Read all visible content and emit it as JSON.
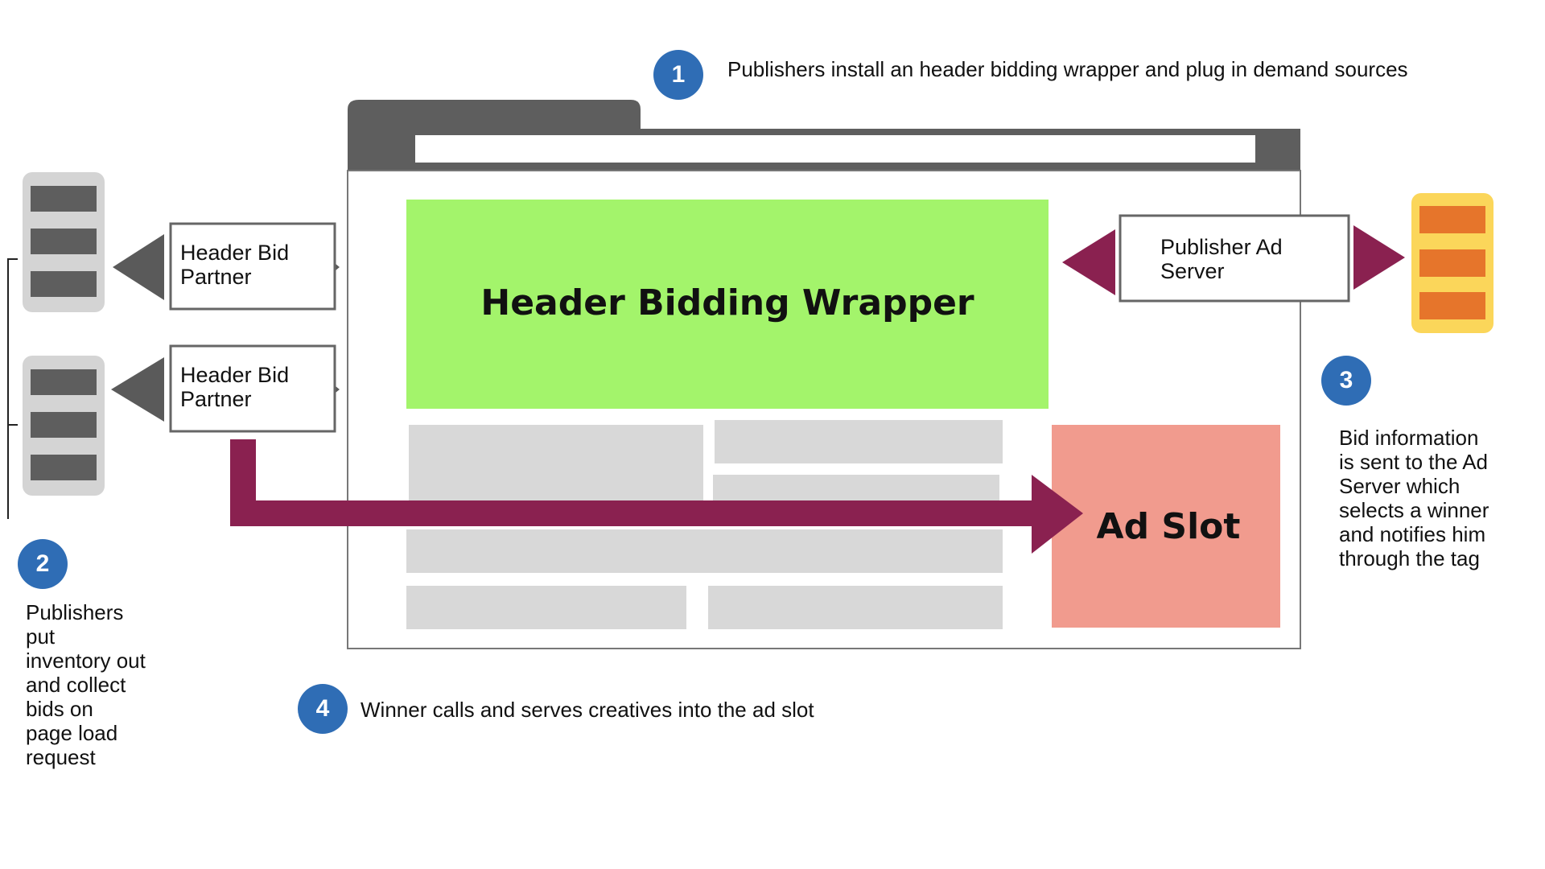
{
  "steps": [
    {
      "number": "1",
      "text": "Publishers install an header bidding wrapper and plug in demand sources"
    },
    {
      "number": "2",
      "text": "Publishers put inventory out and collect bids on page load request"
    },
    {
      "number": "3",
      "text": "Bid information is sent to the Ad Server which selects a winner and notifies him through the tag"
    },
    {
      "number": "4",
      "text": "Winner calls and serves creatives into the ad slot"
    }
  ],
  "partners": [
    {
      "label_line1": "Header Bid",
      "label_line2": "Partner"
    },
    {
      "label_line1": "Header Bid",
      "label_line2": "Partner"
    }
  ],
  "ad_server": {
    "label_line1": "Publisher Ad",
    "label_line2": "Server"
  },
  "wrapper": {
    "label": "Header Bidding Wrapper"
  },
  "ad_slot": {
    "label": "Ad Slot"
  },
  "step2_lines": [
    "Publishers",
    "put",
    "inventory out",
    "and collect",
    "bids on",
    "page load",
    "request"
  ],
  "step3_lines": [
    "Bid information",
    "is sent to the Ad",
    "Server which",
    "selects a winner",
    "and notifies him",
    "through the tag"
  ],
  "colors": {
    "step_circle": "#2f6db5",
    "wrapper_green": "#a3f46b",
    "ad_slot_salmon": "#f19b8e",
    "maroon_arrow": "#8a2150",
    "gray_arrow": "#5a5a5a",
    "server_gray": "#d4d4d4",
    "ad_server_yellow": "#fbd65a",
    "ad_server_orange": "#e6752b",
    "content_placeholder": "#d8d8d8",
    "browser_chrome": "#5e5e5e"
  },
  "icons": [
    "server-icon",
    "ad-server-icon",
    "arrow-icon"
  ]
}
